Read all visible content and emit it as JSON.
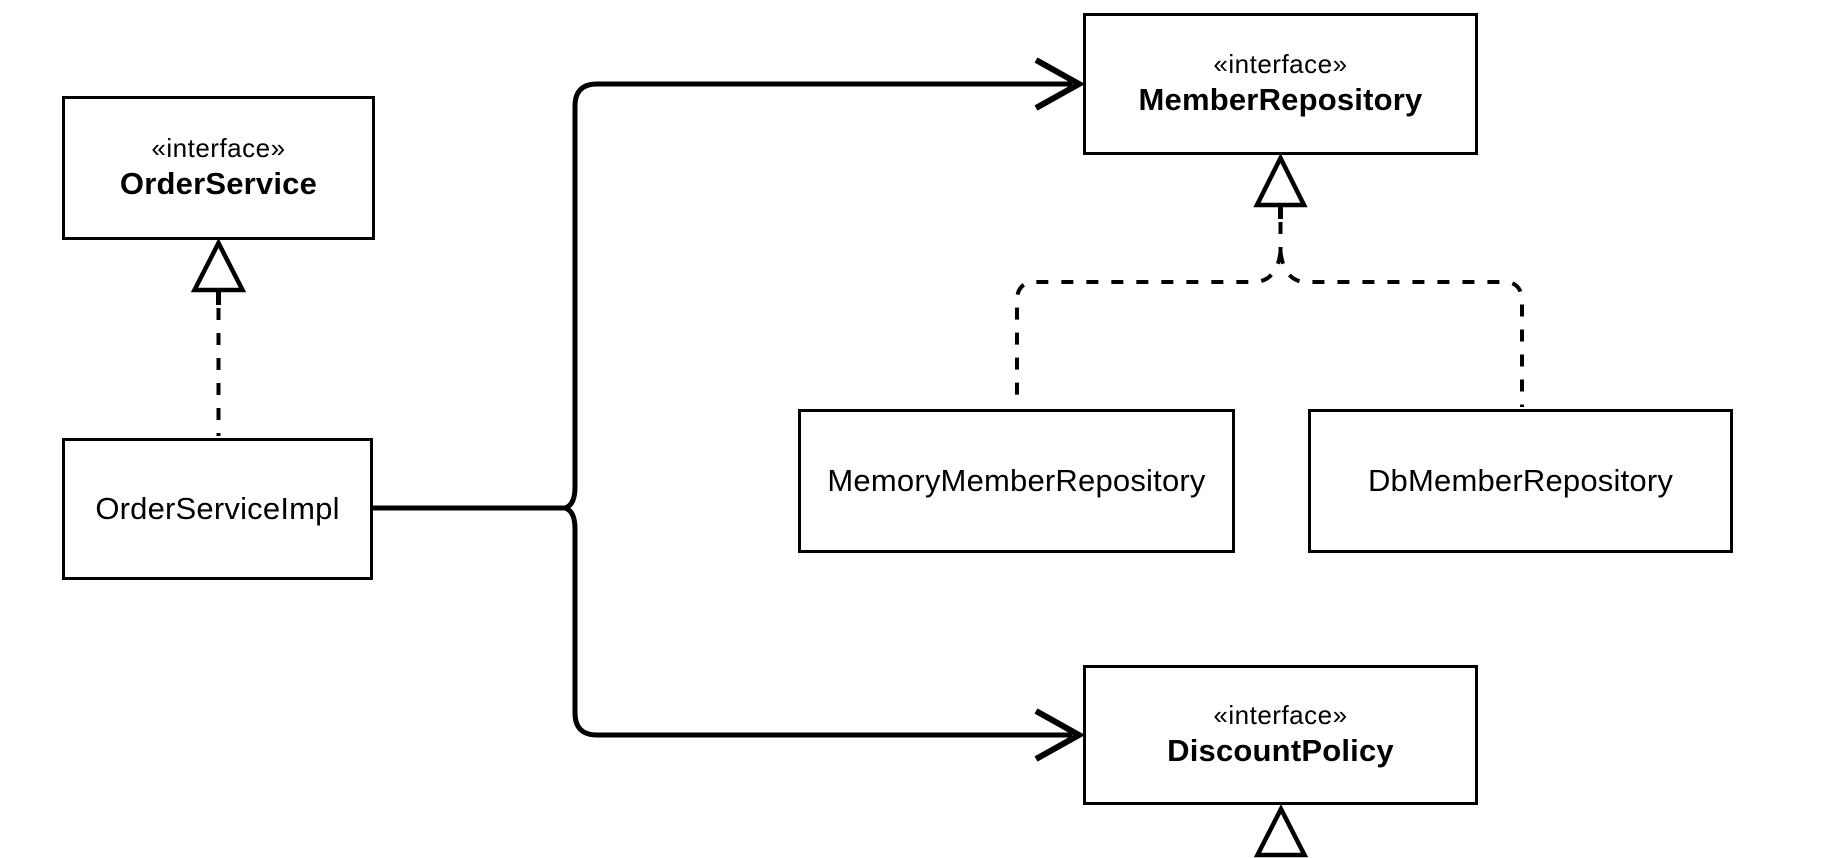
{
  "diagram": {
    "type": "uml-class-diagram",
    "colors": {
      "ink": "#000000",
      "background": "#ffffff"
    },
    "stereotype_text": "«interface»",
    "nodes": [
      {
        "id": "order-service",
        "stereotype": "«interface»",
        "name": "OrderService"
      },
      {
        "id": "order-service-impl",
        "stereotype": "",
        "name": "OrderServiceImpl"
      },
      {
        "id": "member-repository",
        "stereotype": "«interface»",
        "name": "MemberRepository"
      },
      {
        "id": "memory-member-repository",
        "stereotype": "",
        "name": "MemoryMemberRepository"
      },
      {
        "id": "db-member-repository",
        "stereotype": "",
        "name": "DbMemberRepository"
      },
      {
        "id": "discount-policy",
        "stereotype": "«interface»",
        "name": "DiscountPolicy"
      }
    ],
    "edges": [
      {
        "from": "OrderServiceImpl",
        "to": "OrderService",
        "relation": "realization",
        "line": "dashed",
        "arrowhead": "hollow-triangle"
      },
      {
        "from": "OrderServiceImpl",
        "to": "MemberRepository",
        "relation": "dependency",
        "line": "solid",
        "arrowhead": "open"
      },
      {
        "from": "OrderServiceImpl",
        "to": "DiscountPolicy",
        "relation": "dependency",
        "line": "solid",
        "arrowhead": "open"
      },
      {
        "from": "MemoryMemberRepository",
        "to": "MemberRepository",
        "relation": "realization",
        "line": "dashed",
        "arrowhead": "hollow-triangle"
      },
      {
        "from": "DbMemberRepository",
        "to": "MemberRepository",
        "relation": "realization",
        "line": "dashed",
        "arrowhead": "hollow-triangle"
      },
      {
        "from": "(cropped below canvas)",
        "to": "DiscountPolicy",
        "relation": "realization",
        "line": "none-visible",
        "arrowhead": "hollow-triangle"
      }
    ]
  }
}
